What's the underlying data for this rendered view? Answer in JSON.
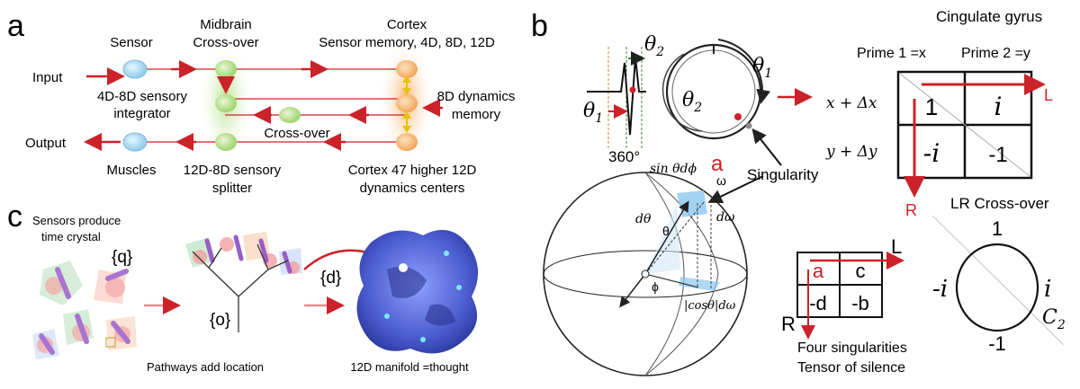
{
  "panel_a": {
    "label": "a",
    "sensor": "Sensor",
    "midbrain_1": "Midbrain",
    "midbrain_2": "Cross-over",
    "cortex_1": "Cortex",
    "cortex_2": "Sensor memory, 4D, 8D, 12D",
    "input": "Input",
    "output": "Output",
    "integrator_1": "4D-8D sensory",
    "integrator_2": "integrator",
    "dynamics_1": "8D dynamics",
    "dynamics_2": "memory",
    "crossover": "Cross-over",
    "muscles": "Muscles",
    "splitter_1": "12D-8D sensory",
    "splitter_2": "splitter",
    "centers_1": "Cortex 47 higher 12D",
    "centers_2": "dynamics centers"
  },
  "panel_b": {
    "label": "b",
    "theta1": "θ",
    "theta2": "θ",
    "sub1": "1",
    "sub2": "2",
    "deg360": "360°",
    "singularity": "Singularity",
    "cingulate": "Cingulate gyrus",
    "prime1": "Prime 1 =x",
    "prime2": "Prime 2 =y",
    "x_row": "x + Δx",
    "y_row": "y + Δy",
    "cell_11": "1",
    "cell_12": "i",
    "cell_21": "-i",
    "cell_22": "-1",
    "L": "L",
    "R": "R",
    "lr_crossover": "LR Cross-over",
    "c_top": "1",
    "c_left": "-i",
    "c_right": "i",
    "c_bottom": "-1",
    "c2": "C",
    "c2_sub": "2",
    "sphere_a": "a",
    "omega": "ω",
    "sin_label": "sin θdϕ",
    "dtheta": "dθ",
    "theta": "θ",
    "domega": "dω",
    "phi": "ϕ",
    "cos_label": "|cosθ|dω",
    "t_a": "a",
    "t_c": "c",
    "t_d": "-d",
    "t_b": "-b",
    "t_L": "L",
    "t_R": "R",
    "four_sing": "Four singularities",
    "tensor": "Tensor of silence"
  },
  "panel_c": {
    "label": "c",
    "sensors_1": "Sensors produce",
    "sensors_2": "time crystal",
    "q": "{q}",
    "o": "{o}",
    "d": "{d}",
    "pathways": "Pathways add location",
    "manifold": "12D manifold =thought"
  },
  "colors": {
    "red": "#cc2229",
    "green": "#9fd36c",
    "orange": "#f6b36c",
    "blue_node": "#9fd4ef",
    "manifold": "#5566d6"
  }
}
